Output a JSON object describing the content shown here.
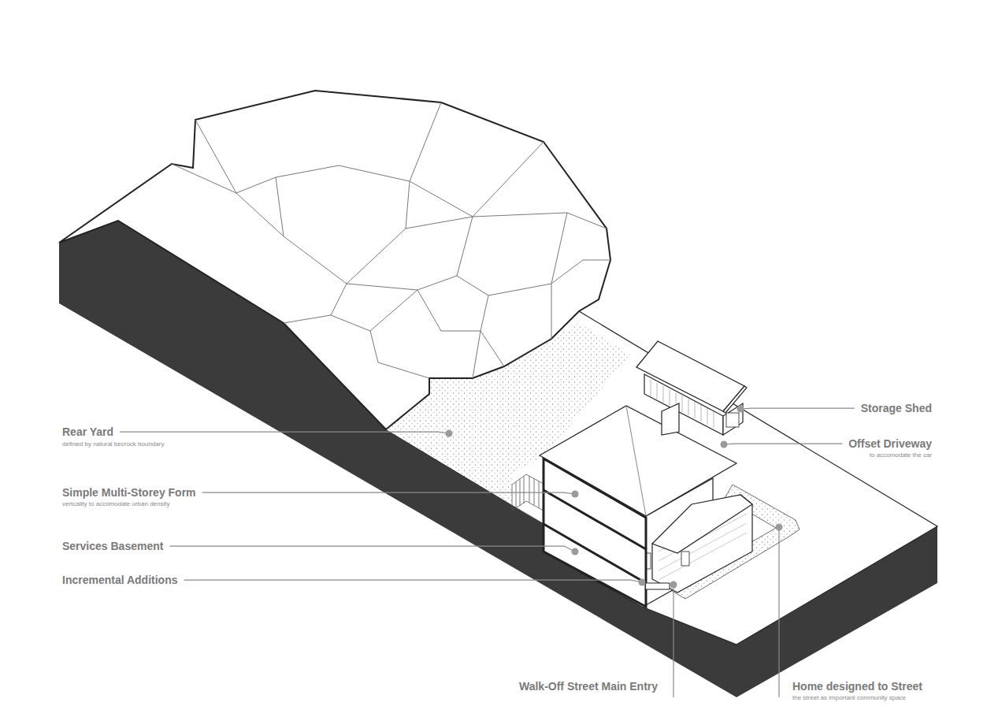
{
  "diagram": {
    "labels": [
      "Storage Shed",
      "Rear Yard",
      "defined by natural becrock boundary",
      "Offset Driveway",
      "to accomodate the car",
      "Simple Multi-Storey Form",
      "vertcality to accomodate urban density",
      "Services Basement",
      "Incremental Additions",
      "Walk-Off Street Main Entry",
      "Home designed to Street",
      "the street as important community space"
    ]
  }
}
